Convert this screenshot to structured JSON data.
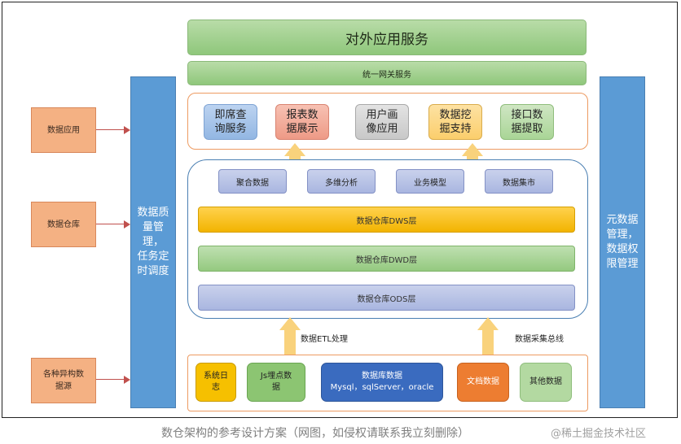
{
  "top": {
    "title": "对外应用服务",
    "gateway": "统一网关服务"
  },
  "left_sidebar": {
    "lines": [
      "数据质",
      "量管理，",
      "任务定",
      "时调度"
    ]
  },
  "right_sidebar": {
    "lines": [
      "元数据",
      "管理，",
      "数据权",
      "限管理"
    ]
  },
  "left_labels": {
    "app": "数据应用",
    "warehouse": "数据仓库",
    "sources": [
      "各种异构数",
      "据源"
    ]
  },
  "apps": [
    {
      "lines": [
        "即席查",
        "询服务"
      ],
      "color": "blue"
    },
    {
      "lines": [
        "报表数",
        "据展示"
      ],
      "color": "red"
    },
    {
      "lines": [
        "用户画",
        "像应用"
      ],
      "color": "gray"
    },
    {
      "lines": [
        "数据挖",
        "掘支持"
      ],
      "color": "yellow"
    },
    {
      "lines": [
        "接口数",
        "据提取"
      ],
      "color": "green"
    }
  ],
  "warehouse_buttons": [
    "聚合数据",
    "多维分析",
    "业务模型",
    "数据集市"
  ],
  "layers": {
    "dws": "数据仓库DWS层",
    "dwd": "数据仓库DWD层",
    "ods": "数据仓库ODS层"
  },
  "arrows": {
    "etl": "数据ETL处理",
    "bus": "数据采集总线"
  },
  "sources": [
    {
      "lines": [
        "系统日",
        "志"
      ]
    },
    {
      "lines": [
        "Js埋点数",
        "据"
      ]
    },
    {
      "lines": [
        "数据库数据",
        "Mysql，sqlServer，oracle"
      ]
    },
    {
      "lines": [
        "文档数据"
      ]
    },
    {
      "lines": [
        "其他数据"
      ]
    }
  ],
  "caption": "数仓架构的参考设计方案（网图，如侵权请联系我立刻删除）",
  "watermark": "@稀土掘金技术社区"
}
